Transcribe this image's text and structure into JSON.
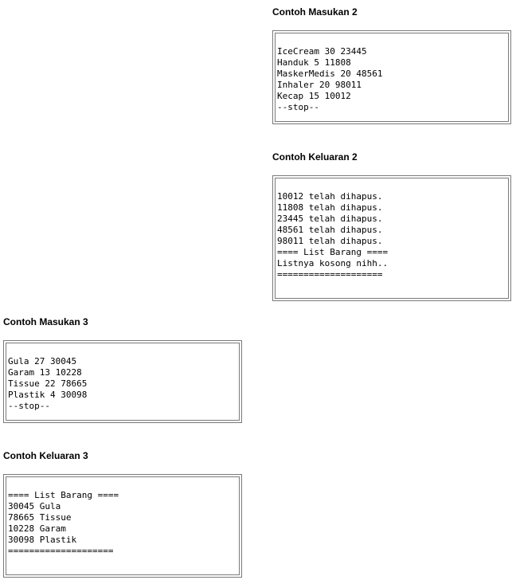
{
  "sections": [
    {
      "heading": "Contoh Masukan 2",
      "lines": [
        "IceCream 30 23445",
        "Handuk 5 11808",
        "MaskerMedis 20 48561",
        "Inhaler 20 98011",
        "Kecap 15 10012",
        "--stop--"
      ]
    },
    {
      "heading": "Contoh Keluaran 2",
      "lines": [
        "10012 telah dihapus.",
        "11808 telah dihapus.",
        "23445 telah dihapus.",
        "48561 telah dihapus.",
        "98011 telah dihapus.",
        "==== List Barang ====",
        "Listnya kosong nihh..",
        "===================="
      ]
    },
    {
      "heading": "Contoh Masukan 3",
      "lines": [
        "Gula 27 30045",
        "Garam 13 10228",
        "Tissue 22 78665",
        "Plastik 4 30098",
        "--stop--"
      ]
    },
    {
      "heading": "Contoh Keluaran 3",
      "lines": [
        "==== List Barang ====",
        "30045 Gula",
        "78665 Tissue",
        "10228 Garam",
        "30098 Plastik",
        "===================="
      ]
    }
  ]
}
